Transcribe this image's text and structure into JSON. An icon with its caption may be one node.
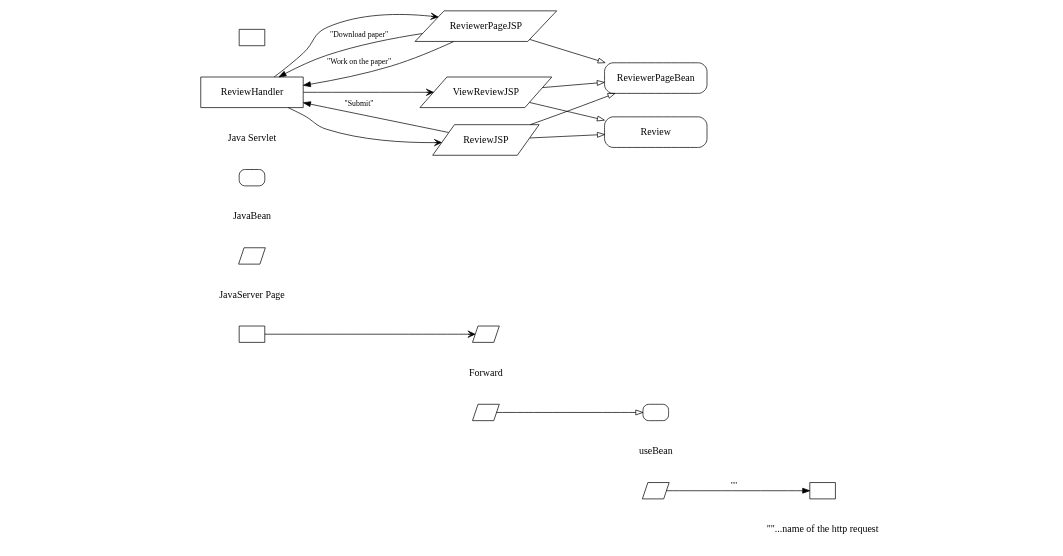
{
  "diagram": {
    "nodes": [
      {
        "text": [
          "ReviewerPageJSP"
        ]
      },
      {
        "text": [
          "ReviewerPageBean"
        ]
      },
      {
        "text": [
          "ReviewHandler"
        ]
      },
      {
        "text": [
          "ReviewJSP"
        ]
      },
      {
        "text": [
          "Review"
        ]
      },
      {
        "text": [
          "ViewReviewJSP"
        ]
      },
      {
        "text": [],
        "shape": "box"
      },
      {
        "text": [],
        "shape": "oval"
      },
      {
        "text": [],
        "shape": "parallelogram"
      },
      {
        "text": [],
        "shape": "box"
      },
      {
        "text": [],
        "shape": "parallelogram"
      },
      {
        "text": [],
        "shape": "parallelogram"
      },
      {
        "text": [],
        "shape": "oval"
      },
      {
        "text": [],
        "shape": "parallelogram"
      },
      {
        "text": [],
        "shape": "box"
      }
    ],
    "edges": [
      {
        "from": 0,
        "to": 2,
        "arrow": "to",
        "label": "\"Download paper\""
      },
      {
        "from": 0,
        "to": 2,
        "arrow": "to",
        "label": "\"Work on the paper\""
      },
      {
        "from": 2,
        "to": 0,
        "arrow": "to"
      },
      {
        "from": 2,
        "to": 3,
        "arrow": "to"
      },
      {
        "from": 3,
        "to": 2,
        "arrow": "to",
        "label": "\"Submit\""
      },
      {
        "from": 2,
        "to": 5,
        "arrow": "to"
      },
      {
        "from": 0,
        "to": 1,
        "arrow": "to"
      },
      {
        "from": 3,
        "to": 1,
        "arrow": "to"
      },
      {
        "from": 3,
        "to": 4,
        "arrow": "to"
      },
      {
        "from": 5,
        "to": 1,
        "arrow": "to"
      },
      {
        "from": 5,
        "to": 4,
        "arrow": "to"
      },
      {
        "from": 9,
        "to": 10,
        "arrow": "to"
      },
      {
        "from": 11,
        "to": 12,
        "arrow": "to"
      },
      {
        "from": 13,
        "to": 14,
        "arrow": "to",
        "label": "\"\""
      }
    ],
    "legend": [
      {
        "text": "Java Servlet"
      },
      {
        "text": "JavaBean"
      },
      {
        "text": "JavaServer Page"
      },
      {
        "text": "Forward"
      },
      {
        "text": "useBean"
      },
      {
        "text": "\"\"...name of the http request"
      }
    ]
  }
}
